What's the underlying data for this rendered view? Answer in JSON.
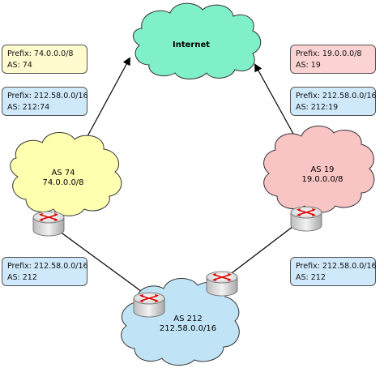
{
  "clouds": {
    "internet": {
      "name": "Internet",
      "color": "#7ff0c8"
    },
    "as74": {
      "name": "AS 74",
      "prefix": "74.0.0.0/8",
      "color": "#ffffb0"
    },
    "as19": {
      "name": "AS 19",
      "prefix": "19.0.0.0/8",
      "color": "#f9c4c4"
    },
    "as212": {
      "name": "AS 212",
      "prefix": "212.58.0.0/16",
      "color": "#c0e4f6"
    }
  },
  "boxes": {
    "as74_own": {
      "prefix": "Prefix: 74.0.0.0/8",
      "as": "AS: 74"
    },
    "as74_up": {
      "prefix": "Prefix: 212.58.0.0/16",
      "as": "AS: 212:74"
    },
    "as212_left": {
      "prefix": "Prefix: 212.58.0.0/16",
      "as": "AS: 212"
    },
    "as19_own": {
      "prefix": "Prefix: 19.0.0.0/8",
      "as": "AS: 19"
    },
    "as19_up": {
      "prefix": "Prefix: 212.58.0.0/16",
      "as": "AS: 212:19"
    },
    "as212_right": {
      "prefix": "Prefix: 212.58.0.0/16",
      "as": "AS: 212"
    }
  },
  "colors": {
    "router_body": "#d9d9d9",
    "router_arrows": "#e00000",
    "line": "#000000"
  }
}
